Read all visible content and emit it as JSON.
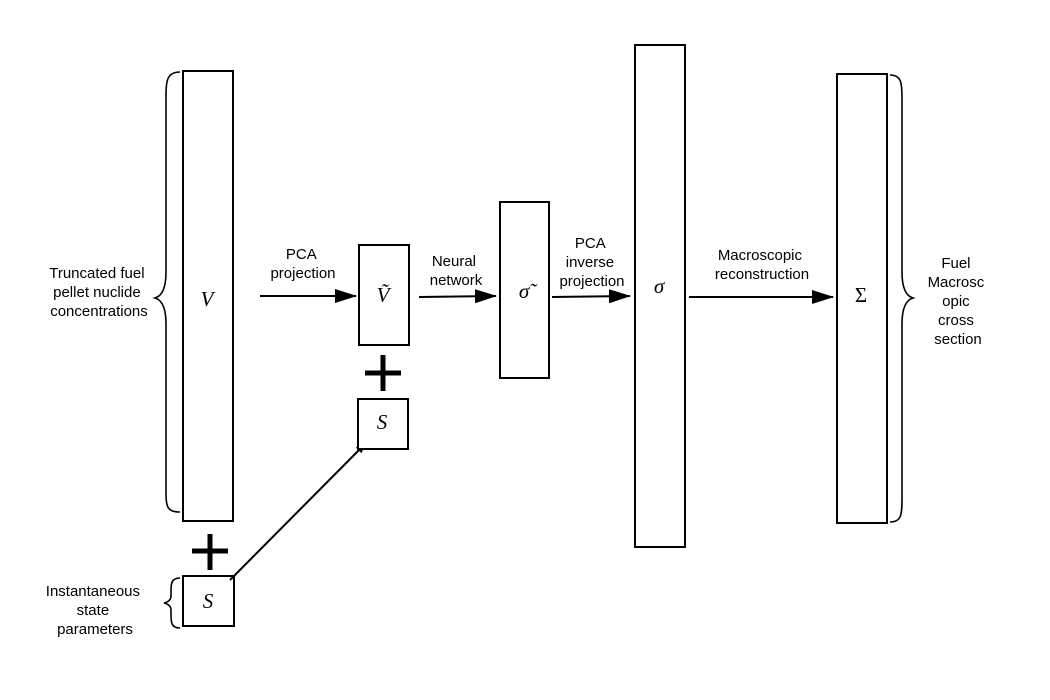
{
  "labels": {
    "left_input": [
      "Truncated fuel",
      "pellet nuclide",
      "concentrations"
    ],
    "state_params": [
      "Instantaneous",
      "state",
      "parameters"
    ],
    "pca_projection": [
      "PCA",
      "projection"
    ],
    "neural_network": [
      "Neural",
      "network"
    ],
    "pca_inverse": [
      "PCA",
      "inverse",
      "projection"
    ],
    "macro_recon": [
      "Macroscopic",
      "reconstruction"
    ],
    "output": [
      "Fuel",
      "Macrosc",
      "opic",
      "cross",
      "section"
    ]
  },
  "symbols": {
    "V": "V",
    "S": "S",
    "S_small": "S",
    "V_tilde": "Ṽ",
    "sigma_tilde": "σ̃",
    "sigma": "σ",
    "Sigma": "Σ"
  }
}
